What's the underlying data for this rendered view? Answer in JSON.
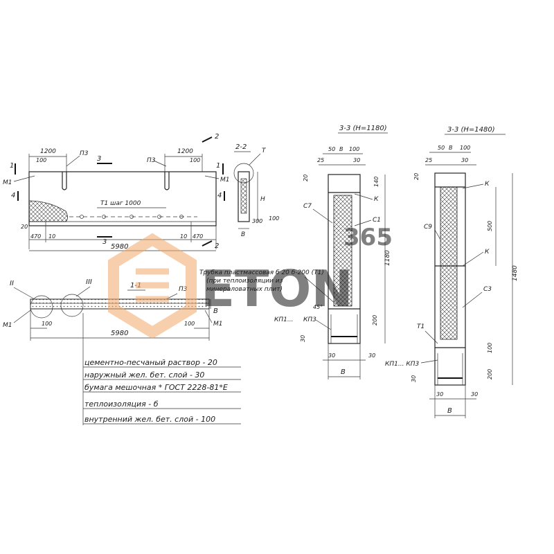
{
  "sections": {
    "s11": "1-1",
    "s22": "2-2",
    "s33a": "3-3 (Н=1180)",
    "s33b": "3-3 (Н=1480)"
  },
  "plan": {
    "dim_left_1200": "1200",
    "dim_right_1200": "1200",
    "dim_left_100": "100",
    "dim_right_100": "100",
    "p3_left": "П3",
    "p3_right": "П3",
    "m1_left": "М1",
    "m1_right": "М1",
    "mark_1_left": "1",
    "mark_1_right": "1",
    "mark_2_top": "2",
    "mark_2_bottom": "2",
    "mark_3_top": "3",
    "mark_3_bottom": "3",
    "mark_4_left": "4",
    "mark_4_right": "4",
    "t1_step": "Т1 шаг 1000",
    "dim_20": "20",
    "dim_470_left": "470",
    "dim_10_left": "10",
    "dim_10_right": "10",
    "dim_470_right": "470",
    "dim_5980": "5980"
  },
  "sec22": {
    "t": "Т",
    "h": "Н",
    "dim_300": "300",
    "b": "В",
    "dim_100": "100"
  },
  "sec11": {
    "label_II": "II",
    "label_III": "III",
    "p3": "П3",
    "m1_left": "М1",
    "m1_right": "М1",
    "dim_100_left": "100",
    "dim_100_right": "100",
    "b": "В",
    "dim_5980": "5980"
  },
  "legend": [
    "цементно-песчаный раствор - 20",
    "наружный жел. бет. слой - 30",
    "бумага мешочная * ГОСТ 2228-81*Е",
    "теплоизоляция - б",
    "внутренний жел. бет. слой - 100"
  ],
  "note_tube": "Трубка пластмассовая б 20 б-200 (Т1)",
  "note_tube_2": "(при теплоизоляции из",
  "note_tube_3": "минераловатных плит)",
  "col_a": {
    "dim_50": "50",
    "dim_b": "В",
    "dim_100": "100",
    "dim_25": "25",
    "dim_30": "30",
    "dim_20": "20",
    "dim_140": "140",
    "c7": "С7",
    "k_top": "К",
    "c1": "С1",
    "dim_1180": "1180",
    "angle_45": "45°",
    "kp1": "КП1...",
    "kp3": "КП3",
    "dim_200": "200",
    "dim_30_b": "30",
    "dim_30_l": "30",
    "dim_30_r": "30",
    "b_bottom": "В"
  },
  "col_b": {
    "dim_50": "50",
    "dim_b": "В",
    "dim_100": "100",
    "dim_25": "25",
    "dim_30": "30",
    "dim_20": "20",
    "k_top": "К",
    "c9": "С9",
    "dim_500": "500",
    "k_mid": "К",
    "c3": "С3",
    "dim_1480": "1480",
    "t1": "Т1",
    "kp1": "КП1... КП3",
    "dim_100_b": "100",
    "dim_200": "200",
    "dim_30_b": "30",
    "dim_30_l": "30",
    "dim_30_r": "30",
    "b_bottom": "В"
  },
  "watermark": {
    "brand": "ETON",
    "num": "365"
  },
  "colors": {
    "watermark": "#f2a86a",
    "ink": "#1a1a1a"
  }
}
